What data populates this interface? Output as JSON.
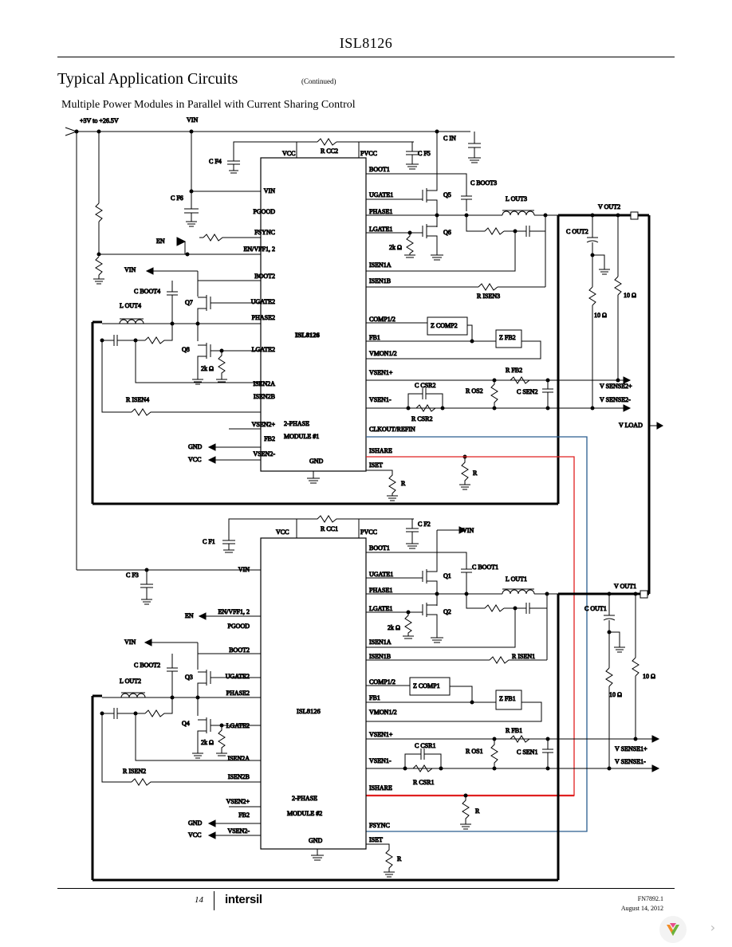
{
  "header": {
    "part": "ISL8126"
  },
  "section": {
    "title": "Typical Application Circuits",
    "continued": "(Continued)"
  },
  "figure": {
    "caption": "Multiple Power Modules in Parallel with Current Sharing Control"
  },
  "supply": {
    "input_range": "+3V to +26.5V",
    "vin": "VIN"
  },
  "module1": {
    "chip": "ISL8126",
    "desc1": "2-PHASE",
    "desc2": "MODULE #1",
    "pins_right": [
      "BOOT1",
      "UGATE1",
      "PHASE1",
      "LGATE1",
      "ISEN1A",
      "ISEN1B",
      "COMP1/2",
      "FB1",
      "VMON1/2",
      "VSEN1+",
      "VSEN1-",
      "CLKOUT/REFIN",
      "ISHARE",
      "ISET"
    ],
    "pins_left": [
      "VIN",
      "PGOOD",
      "FSYNC",
      "EN/VFF1, 2",
      "BOOT2",
      "UGATE2",
      "PHASE2",
      "LGATE2",
      "ISEN2A",
      "ISEN2B",
      "VSEN2+",
      "FB2",
      "VSEN2-"
    ],
    "pin_vcc": "VCC",
    "pin_pvcc": "PVCC",
    "pin_gnd": "GND",
    "rcc": "R CC2",
    "cf5": "C F5",
    "cf4": "C F4",
    "cf6": "C F6",
    "cin": "C IN",
    "cboot3": "C BOOT3",
    "cboot4": "C BOOT4",
    "lout3": "L OUT3",
    "lout4": "L OUT4",
    "q5": "Q5",
    "q6": "Q6",
    "q7": "Q7",
    "q8": "Q8",
    "r2k_a": "2k Ω",
    "r2k_b": "2k Ω",
    "risen3": "R ISEN3",
    "risen4": "R ISEN4",
    "zcomp": "Z COMP2",
    "zfb": "Z FB2",
    "rfb": "R FB2",
    "ros": "R OS2",
    "csen": "C SEN2",
    "ccsr": "C CSR2",
    "rcsr": "R CSR2",
    "cout": "C OUT2",
    "vout": "V OUT2",
    "r10a": "10 Ω",
    "r10b": "10 Ω",
    "vsense_p": "V SENSE2+",
    "vsense_n": "V SENSE2-",
    "en": "EN",
    "vin_arrow": "VIN",
    "gnd_arrow": "GND",
    "vcc_arrow": "VCC",
    "r_ishare": "R",
    "r_iset": "R"
  },
  "module2": {
    "chip": "ISL8126",
    "desc1": "2-PHASE",
    "desc2": "MODULE #2",
    "pins_right": [
      "BOOT1",
      "UGATE1",
      "PHASE1",
      "LGATE1",
      "ISEN1A",
      "ISEN1B",
      "COMP1/2",
      "FB1",
      "VMON1/2",
      "VSEN1+",
      "VSEN1-",
      "ISHARE",
      "FSYNC",
      "ISET"
    ],
    "pins_left": [
      "VIN",
      "EN/VFF1, 2",
      "PGOOD",
      "BOOT2",
      "UGATE2",
      "PHASE2",
      "LGATE2",
      "ISEN2A",
      "ISEN2B",
      "VSEN2+",
      "FB2",
      "VSEN2-"
    ],
    "pin_vcc": "VCC",
    "pin_pvcc": "PVCC",
    "pin_gnd": "GND",
    "rcc": "R CC1",
    "cf2": "C F2",
    "cf1": "C F1",
    "cf3": "C F3",
    "cboot1": "C BOOT1",
    "cboot2": "C BOOT2",
    "lout1": "L OUT1",
    "lout2": "L OUT2",
    "q1": "Q1",
    "q2": "Q2",
    "q3": "Q3",
    "q4": "Q4",
    "r2k_a": "2k Ω",
    "r2k_b": "2k Ω",
    "risen1": "R ISEN1",
    "risen2": "R ISEN2",
    "zcomp": "Z COMP1",
    "zfb": "Z FB1",
    "rfb": "R FB1",
    "ros": "R OS1",
    "csen": "C SEN1",
    "ccsr": "C CSR1",
    "rcsr": "R CSR1",
    "cout": "C OUT1",
    "vout": "V OUT1",
    "r10a": "10 Ω",
    "r10b": "10 Ω",
    "vsense_p": "V SENSE1+",
    "vsense_n": "V SENSE1-",
    "en": "EN",
    "vin_arrow": "VIN",
    "gnd_arrow": "GND",
    "vcc_arrow": "VCC",
    "r_ishare": "R",
    "r_iset": "R"
  },
  "vload": "V LOAD",
  "footer": {
    "page": "14",
    "brand": "intersil",
    "doc": "FN7892.1",
    "date": "August 14, 2012"
  },
  "colors": {
    "ishare_line": "#e02020",
    "clk_line": "#2a5d8f",
    "wire": "#000000"
  },
  "icons": {
    "viewer_logo": "logo-icon",
    "next": "chevron-right-icon"
  }
}
